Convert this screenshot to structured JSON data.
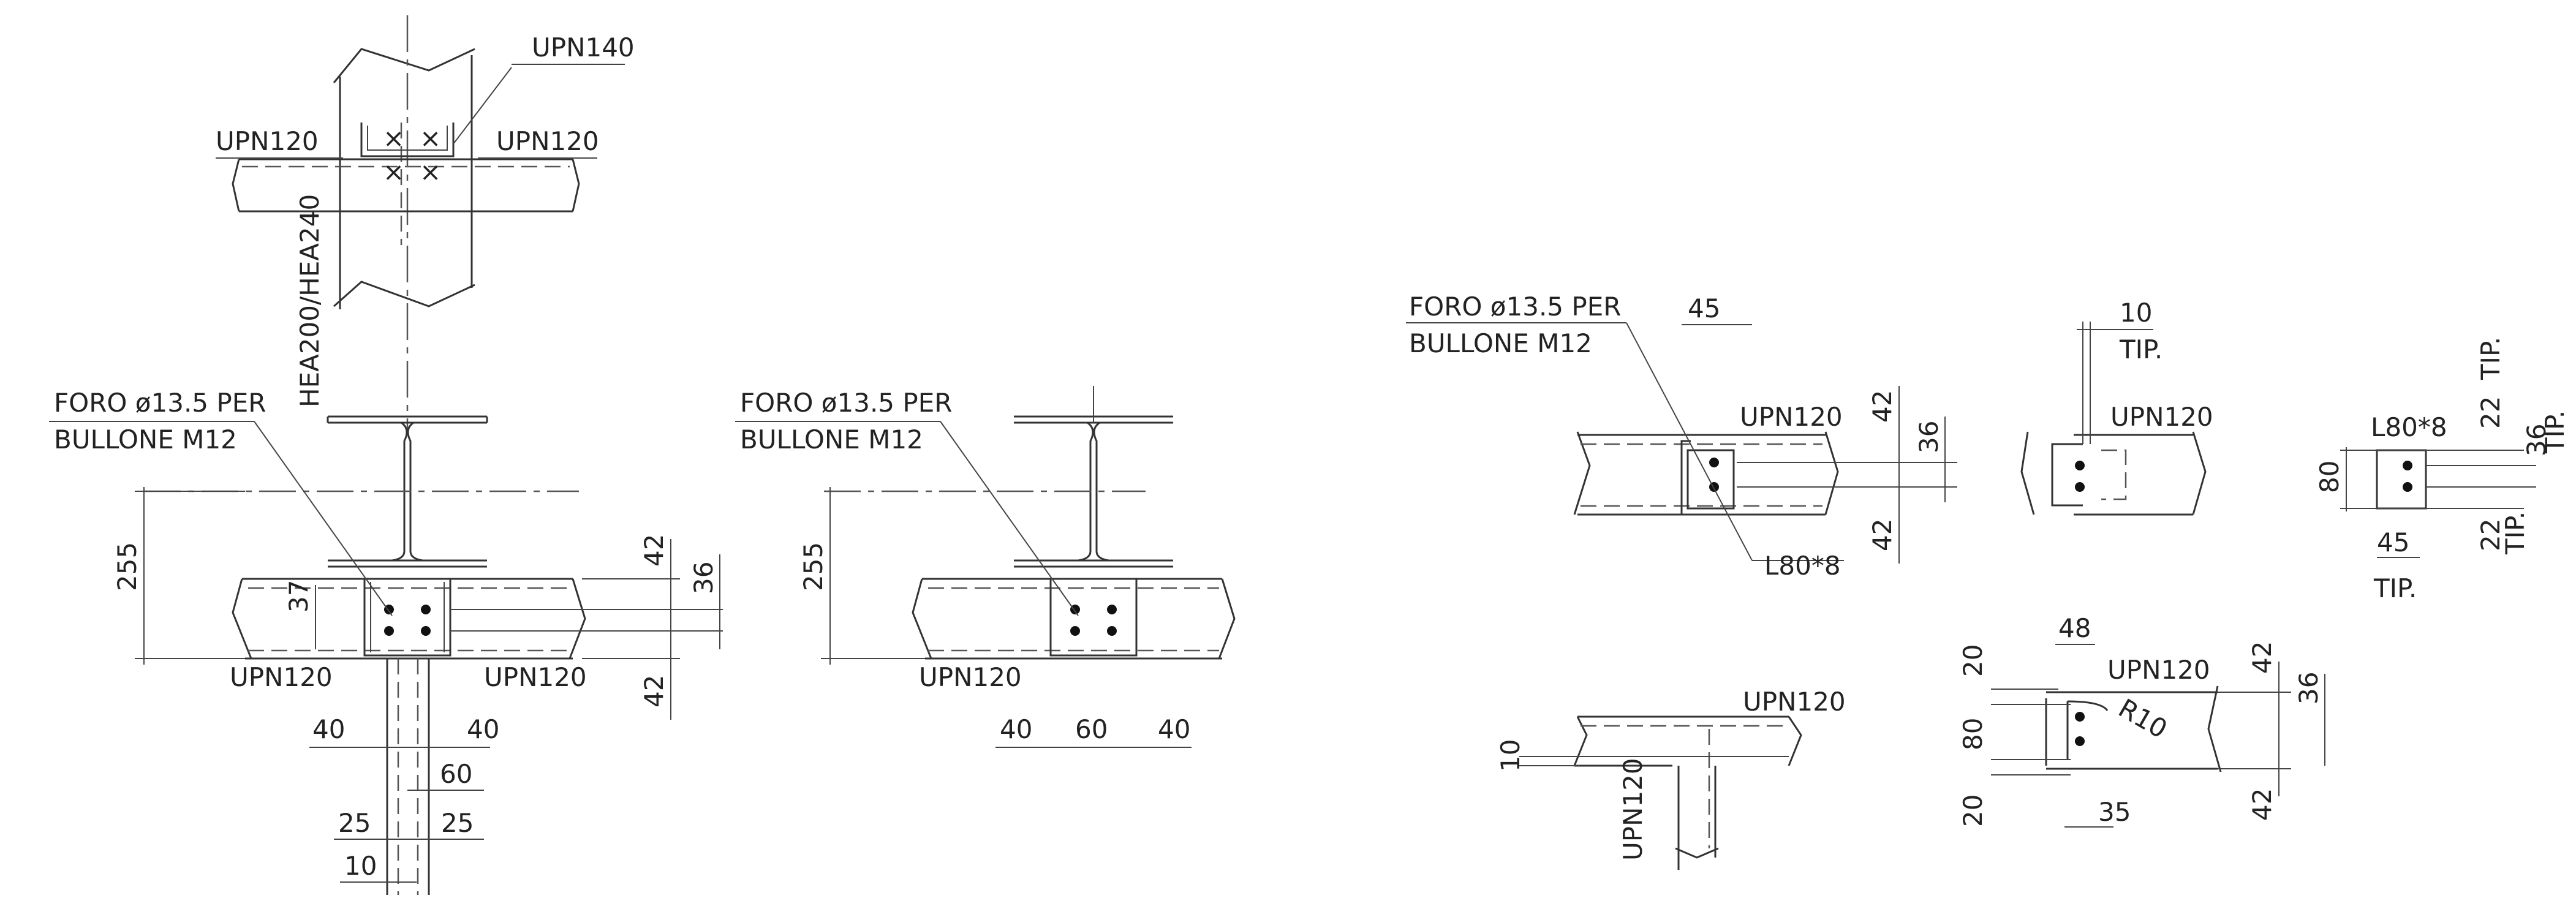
{
  "labels": {
    "upn140": "UPN140",
    "upn120": "UPN120",
    "hea": "HEA200/HEA240",
    "foro_line1": "FORO ø13.5 PER",
    "foro_line2": "BULLONE M12",
    "l80": "L80*8",
    "tip": "TIP.",
    "r10": "R10"
  },
  "dims": {
    "d255": "255",
    "d42": "42",
    "d36": "36",
    "d37": "37",
    "d40": "40",
    "d60": "60",
    "d25": "25",
    "d10": "10",
    "d45": "45",
    "d22": "22",
    "d80": "80",
    "d48": "48",
    "d20": "20",
    "d35": "35"
  },
  "colors": {
    "ink": "#333333",
    "background": "#ffffff"
  }
}
